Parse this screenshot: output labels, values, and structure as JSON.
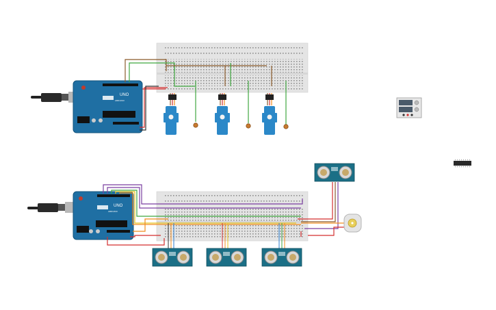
{
  "arduino": {
    "top": {
      "model": "UNO",
      "brand": "ARDUINO"
    },
    "bottom": {
      "model": "UNO",
      "brand": "ARDUINO"
    }
  },
  "colors": {
    "background": "#ffffff",
    "breadboard": "#e6e6e6",
    "arduino_board": "#1f6fa3",
    "servo_body": "#2b88c8",
    "sensor_board": "#1b6f86",
    "wire_red": "#d32f2f",
    "wire_black": "#333333",
    "wire_green": "#3fa63f",
    "wire_brown": "#8a5a2b",
    "wire_orange": "#f08c1e",
    "wire_purple": "#7a3fa0",
    "wire_yellow": "#e8c21a",
    "wire_blue": "#2e7fd1"
  },
  "components": {
    "servos": 3,
    "potentiometers": 3,
    "ultrasonic_sensors": 4,
    "dc_motor": 1,
    "power_supply": 1,
    "ic_chip": 1,
    "usb_cables": 2
  },
  "icons": [
    "usb-cable-icon",
    "arduino-uno-icon",
    "breadboard-icon",
    "servo-motor-icon",
    "potentiometer-icon",
    "ultrasonic-sensor-icon",
    "dc-motor-icon",
    "power-supply-icon",
    "ic-chip-icon"
  ]
}
